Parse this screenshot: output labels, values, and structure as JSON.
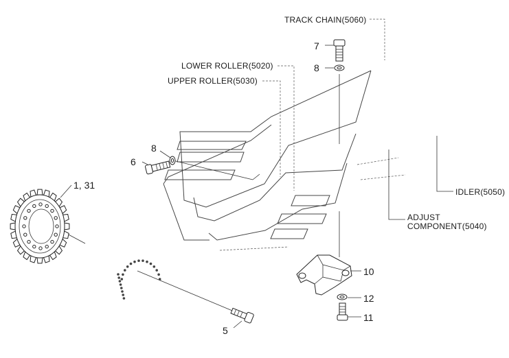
{
  "diagram": {
    "labels": {
      "track_chain": "TRACK CHAIN(5060)",
      "lower_roller": "LOWER ROLLER(5020)",
      "upper_roller": "UPPER ROLLER(5030)",
      "idler": "IDLER(5050)",
      "adjust_line1": "ADJUST",
      "adjust_line2": "COMPONENT(5040)"
    },
    "callouts": {
      "n7": "7",
      "n8_top": "8",
      "n8_left": "8",
      "n6": "6",
      "n1_31": "1, 31",
      "n10": "10",
      "n12": "12",
      "n11": "11",
      "n5": "5"
    }
  }
}
